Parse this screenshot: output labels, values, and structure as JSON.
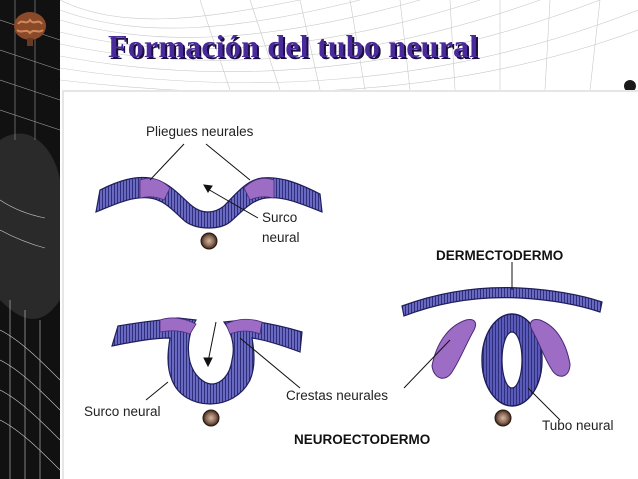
{
  "slide": {
    "title": "Formación del tubo neural",
    "labels": {
      "pliegues_neurales": "Pliegues neurales",
      "surco_neural_line1": "Surco",
      "surco_neural_line2": "neural",
      "dermectodermo": "DERMECTODERMO",
      "crestas_neurales": "Crestas neurales",
      "surco_neural_bottom": "Surco neural",
      "tubo_neural": "Tubo neural",
      "neuroectodermo": "NEUROECTODERMO"
    }
  },
  "colors": {
    "title": "#4a2a9a",
    "ectoderm_blue": "#5a5ab8",
    "neural_crest_purple": "#9d6cc4",
    "notochord": "#7a5a48"
  },
  "icons": [
    "brain-logo",
    "notochord-circle"
  ]
}
